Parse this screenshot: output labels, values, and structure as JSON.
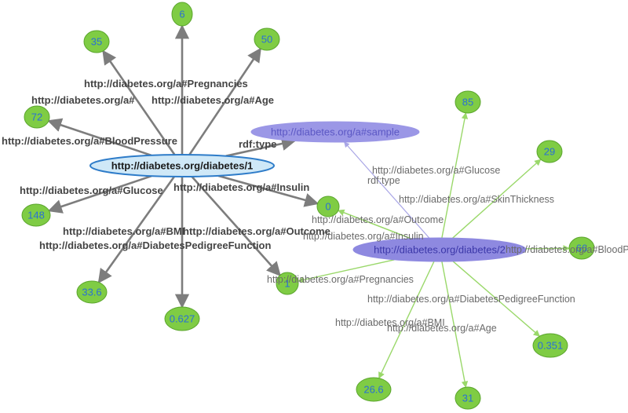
{
  "colors": {
    "literal_fill": "#7fcc44",
    "literal_stroke": "#5aa52c",
    "literal_text": "#2a6fd6",
    "class_fill": "#9b97e6",
    "class_text": "#5b57c4",
    "subject1_fill": "#cfe8f7",
    "subject1_stroke": "#2e7cc9",
    "subject1_text": "#1a1a1a",
    "subject2_fill": "#8e89e0",
    "subject2_text": "#3b37a8",
    "edge_dark": "#7d7d7d",
    "edge_green": "#9ad86a",
    "edge_type2": "#a9a6e6"
  },
  "nodes": [
    {
      "id": "s1",
      "label": "http://diabetes.org/diabetes/1",
      "kind": "subject1"
    },
    {
      "id": "s2",
      "label": "http://diabetes.org/diabetes/2",
      "kind": "subject2"
    },
    {
      "id": "sample",
      "label": "http://diabetes.org/a#sample",
      "kind": "class"
    },
    {
      "id": "n6",
      "label": "6",
      "kind": "literal"
    },
    {
      "id": "n35",
      "label": "35",
      "kind": "literal"
    },
    {
      "id": "n50",
      "label": "50",
      "kind": "literal"
    },
    {
      "id": "n72",
      "label": "72",
      "kind": "literal"
    },
    {
      "id": "n148",
      "label": "148",
      "kind": "literal"
    },
    {
      "id": "n0",
      "label": "0",
      "kind": "literal"
    },
    {
      "id": "n1",
      "label": "1",
      "kind": "literal"
    },
    {
      "id": "n336",
      "label": "33.6",
      "kind": "literal"
    },
    {
      "id": "n0627",
      "label": "0.627",
      "kind": "literal"
    },
    {
      "id": "n85",
      "label": "85",
      "kind": "literal"
    },
    {
      "id": "n29",
      "label": "29",
      "kind": "literal"
    },
    {
      "id": "n66",
      "label": "66",
      "kind": "literal"
    },
    {
      "id": "n0351",
      "label": "0.351",
      "kind": "literal"
    },
    {
      "id": "n266",
      "label": "26.6",
      "kind": "literal"
    },
    {
      "id": "n31",
      "label": "31",
      "kind": "literal"
    }
  ],
  "edges": [
    {
      "id": "e1",
      "from": "s1",
      "to": "n6",
      "label": "http://diabetes.org/a#Pregnancies",
      "style": "dark"
    },
    {
      "id": "e2",
      "from": "s1",
      "to": "n35",
      "label": "http://diabetes.org/a#",
      "style": "dark"
    },
    {
      "id": "e3",
      "from": "s1",
      "to": "n50",
      "label": "http://diabetes.org/a#Age",
      "style": "dark"
    },
    {
      "id": "e4",
      "from": "s1",
      "to": "n72",
      "label": "http://diabetes.org/a#BloodPressure",
      "style": "dark"
    },
    {
      "id": "e5",
      "from": "s1",
      "to": "sample",
      "label": "rdf:type",
      "style": "dark"
    },
    {
      "id": "e6",
      "from": "s1",
      "to": "n148",
      "label": "http://diabetes.org/a#Glucose",
      "style": "dark"
    },
    {
      "id": "e7",
      "from": "s1",
      "to": "n0",
      "label": "http://diabetes.org/a#Insulin",
      "style": "dark"
    },
    {
      "id": "e8",
      "from": "s1",
      "to": "n336",
      "label": "http://diabetes.org/a#BMI",
      "style": "dark"
    },
    {
      "id": "e9",
      "from": "s1",
      "to": "n1",
      "label": "http://diabetes.org/a#Outcome",
      "style": "dark"
    },
    {
      "id": "e10",
      "from": "s1",
      "to": "n0627",
      "label": "http://diabetes.org/a#DiabetesPedigreeFunction",
      "style": "dark"
    },
    {
      "id": "e11",
      "from": "s2",
      "to": "n85",
      "label": "http://diabetes.org/a#Glucose",
      "style": "green"
    },
    {
      "id": "e12",
      "from": "s2",
      "to": "sample",
      "label": "rdf:type",
      "style": "type2"
    },
    {
      "id": "e13",
      "from": "s2",
      "to": "n29",
      "label": "http://diabetes.org/a#SkinThickness",
      "style": "green"
    },
    {
      "id": "e14",
      "from": "s2",
      "to": "n0",
      "label": "http://diabetes.org/a#Outcome",
      "style": "green"
    },
    {
      "id": "e15",
      "from": "s2",
      "to": "n0",
      "label": "http://diabetes.org/a#Insulin",
      "style": "green"
    },
    {
      "id": "e16",
      "from": "s2",
      "to": "n66",
      "label": "http://diabetes.org/a#BloodPressure",
      "style": "green"
    },
    {
      "id": "e17",
      "from": "s2",
      "to": "n1",
      "label": "http://diabetes.org/a#Pregnancies",
      "style": "green"
    },
    {
      "id": "e18",
      "from": "s2",
      "to": "n0351",
      "label": "http://diabetes.org/a#DiabetesPedigreeFunction",
      "style": "green"
    },
    {
      "id": "e19",
      "from": "s2",
      "to": "n266",
      "label": "http://diabetes.org/a#BMI",
      "style": "green"
    },
    {
      "id": "e20",
      "from": "s2",
      "to": "n31",
      "label": "http://diabetes.org/a#Age",
      "style": "green"
    }
  ]
}
